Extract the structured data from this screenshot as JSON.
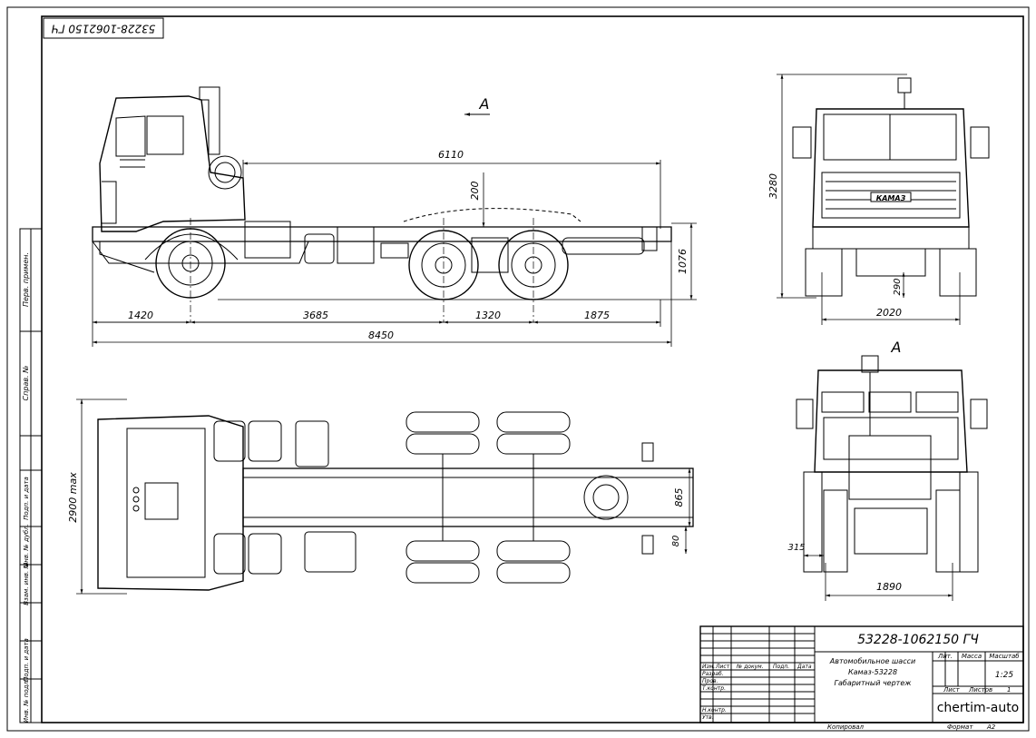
{
  "title_block": {
    "stamp_rotated": "53228-1062150 ГЧ",
    "designation": "53228-1062150 ГЧ",
    "name_line1": "Автомобильное шасси",
    "name_line2": "Камаз-53228",
    "name_line3": "Габаритный чертеж",
    "col_lit": "Лит.",
    "col_mass": "Масса",
    "col_scale": "Масштаб",
    "scale_value": "1:25",
    "sheet_label": "Лист",
    "sheets_label": "Листов",
    "sheets_value": "1",
    "org": "chertim-auto",
    "copied": "Копировал",
    "format": "Формат",
    "format_value": "А2",
    "row_izm": "Изм.",
    "row_list": "Лист",
    "row_doc": "№ докум.",
    "row_sign": "Подп.",
    "row_date": "Дата",
    "row_razrab": "Разраб.",
    "row_prov": "Пров.",
    "row_tkontr": "Т.контр.",
    "row_nkontr": "Н.контр.",
    "row_utv": "Утв."
  },
  "side_strip": {
    "perv_primen": "Перв. примен.",
    "sprav": "Справ. №",
    "podp_data1": "Подп. и дата",
    "inv_dubl": "Инв. № дубл.",
    "vzam_inv": "Взам. инв. №",
    "podp_data2": "Подп. и дата",
    "inv_podl": "Инв. № подл."
  },
  "view_label": "А",
  "dims_side": {
    "d6110": "6110",
    "d200": "200",
    "d1076": "1076",
    "d1420": "1420",
    "d3685": "3685",
    "d1320": "1320",
    "d1875": "1875",
    "d8450": "8450"
  },
  "dims_front": {
    "d3280": "3280",
    "d290": "290",
    "d2020": "2020"
  },
  "dims_top": {
    "d2900": "2900 max",
    "d865": "865",
    "d80": "80"
  },
  "dims_rear": {
    "d315": "315",
    "d1890": "1890"
  },
  "grille_badge": "КАМАЗ"
}
